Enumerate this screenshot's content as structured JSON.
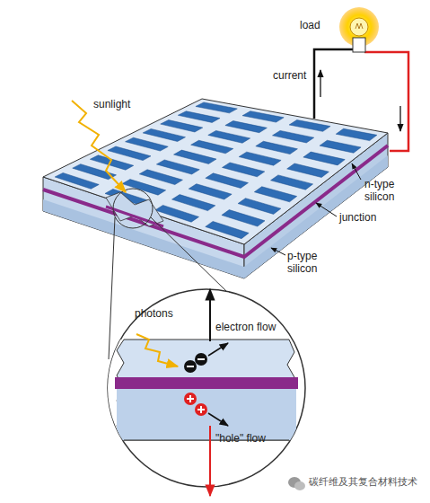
{
  "diagram": {
    "labels": [
      "load",
      "current",
      "sunlight",
      "n-type silicon",
      "junction",
      "p-type silicon",
      "photons",
      "electron flow",
      "\"hole\" flow",
      "碳纤维及其复合材料技术"
    ]
  }
}
